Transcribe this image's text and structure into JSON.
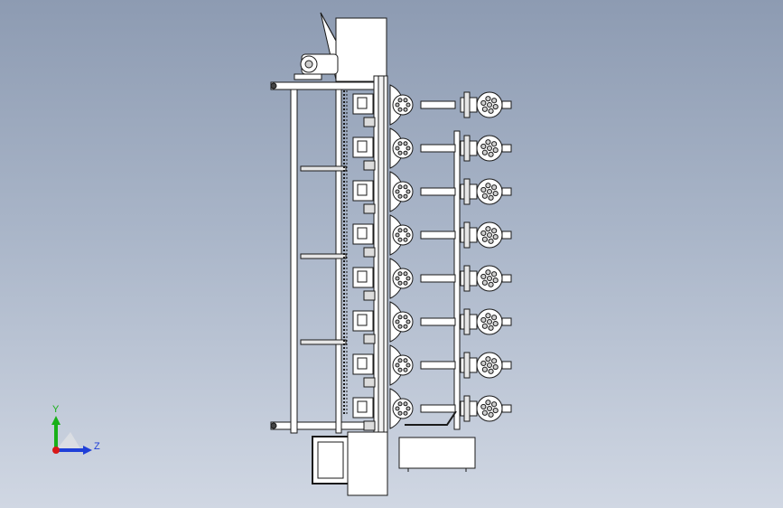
{
  "viewport": {
    "background_top": "#8d9bb2",
    "background_bottom": "#d0d7e3",
    "model": {
      "row_count": 8,
      "line_color": "#1a1a1a",
      "fill_color": "#ffffff"
    },
    "triad": {
      "y_label": "Y",
      "z_label": "Z",
      "y_color": "#18b018",
      "z_color": "#1f3fd8",
      "x_color": "#d81818"
    }
  }
}
